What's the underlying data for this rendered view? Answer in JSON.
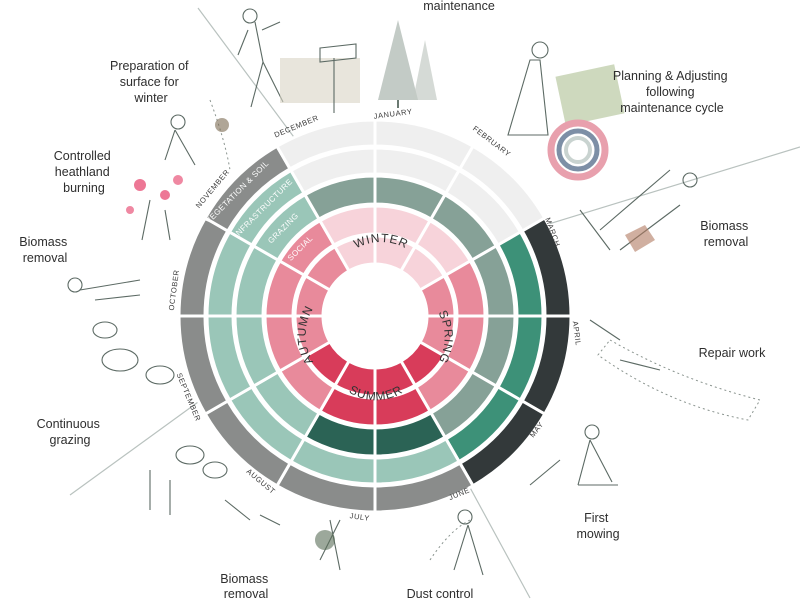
{
  "diagram": {
    "months": [
      "JANUARY",
      "FEBRUARY",
      "MARCH",
      "APRIL",
      "MAY",
      "JUNE",
      "JULY",
      "AUGUST",
      "SEPTEMBER",
      "OCTOBER",
      "NOVEMBER",
      "DECEMBER"
    ],
    "seasons": [
      "WINTER",
      "SPRING",
      "SUMMER",
      "AUTUMN"
    ],
    "layers": [
      "VEGETATION & SOIL",
      "INFRASTRUCTURE",
      "GRAZING",
      "SOCIAL"
    ],
    "activities": [
      {
        "id": "maintenance",
        "lines": [
          "maintenance"
        ]
      },
      {
        "id": "planning",
        "lines": [
          "Planning & Adjusting",
          "following",
          "maintenance cycle"
        ]
      },
      {
        "id": "biomass-march",
        "lines": [
          "Biomass",
          "removal"
        ]
      },
      {
        "id": "repair",
        "lines": [
          "Repair work"
        ]
      },
      {
        "id": "first-mowing",
        "lines": [
          "First",
          "mowing"
        ]
      },
      {
        "id": "dust",
        "lines": [
          "Dust control"
        ]
      },
      {
        "id": "biomass-july",
        "lines": [
          "Biomass",
          "removal"
        ]
      },
      {
        "id": "grazing",
        "lines": [
          "Continuous",
          "grazing"
        ]
      },
      {
        "id": "biomass-october",
        "lines": [
          "Biomass",
          "removal"
        ]
      },
      {
        "id": "heathland",
        "lines": [
          "Controlled",
          "heathland",
          "burning"
        ]
      },
      {
        "id": "preparation",
        "lines": [
          "Preparation of",
          "surface for",
          "winter"
        ]
      }
    ],
    "palette": {
      "light_gray": "#efefef",
      "mid_gray": "#8a8c8b",
      "dark": "#33393a",
      "teal": "#3d9178",
      "light_teal": "#9ac6b8",
      "sage": "#86a197",
      "dark_green": "#2b6355",
      "pale_pink": "#f7d3da",
      "pink": "#e88a9b",
      "deep_pink": "#d83c5a"
    }
  }
}
